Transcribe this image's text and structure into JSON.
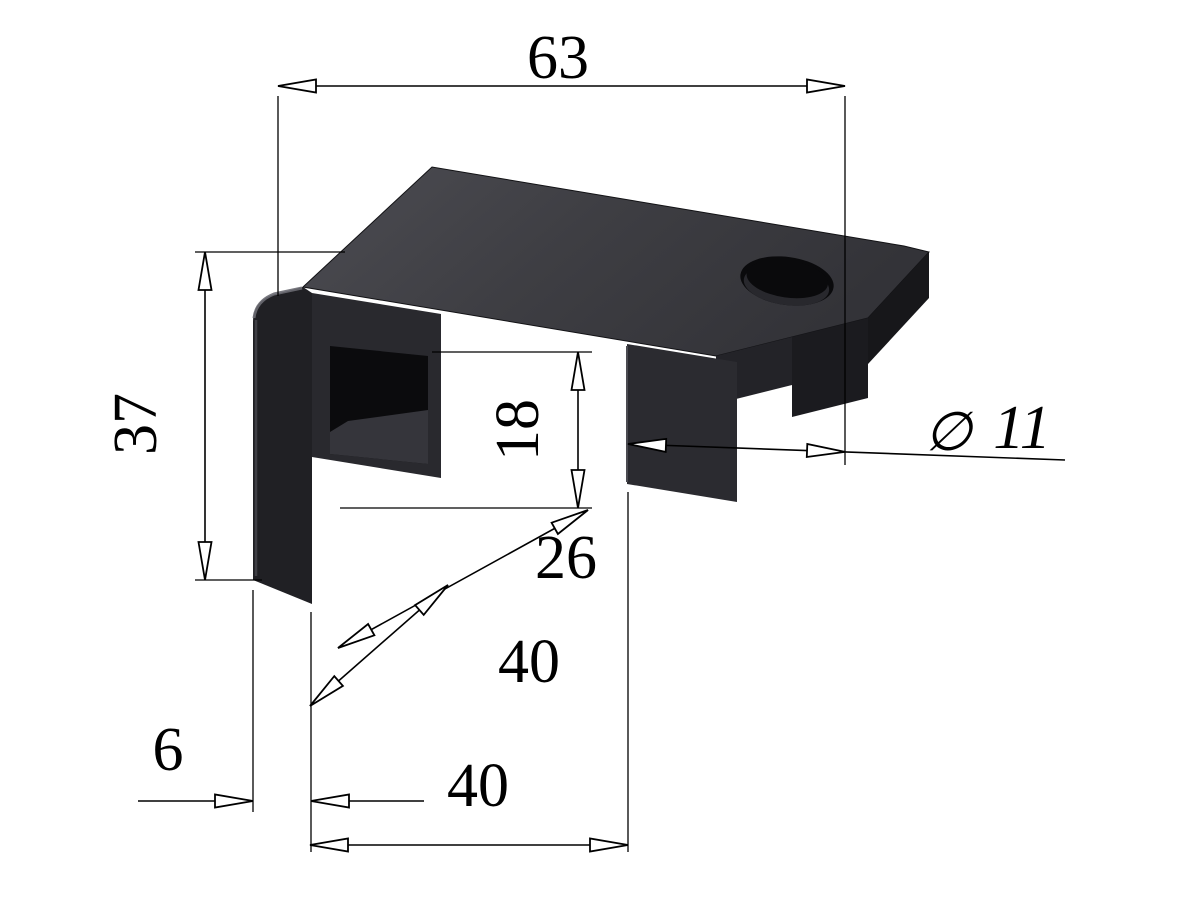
{
  "title": "Isometric technical drawing of clamp bracket with dimensions",
  "dims": {
    "overall_width": "63",
    "overall_height": "37",
    "slot_height": "18",
    "slot_width": "26",
    "depth": "40",
    "opening_width": "40",
    "thickness": "6",
    "hole_symbol": "∅",
    "hole_diameter": "11"
  },
  "colors": {
    "background": "#ffffff",
    "lines": "#000000",
    "part_top": "#45454a",
    "part_mid": "#29292e",
    "part_dark": "#0b0b0d",
    "highlight": "#6a6a72"
  }
}
